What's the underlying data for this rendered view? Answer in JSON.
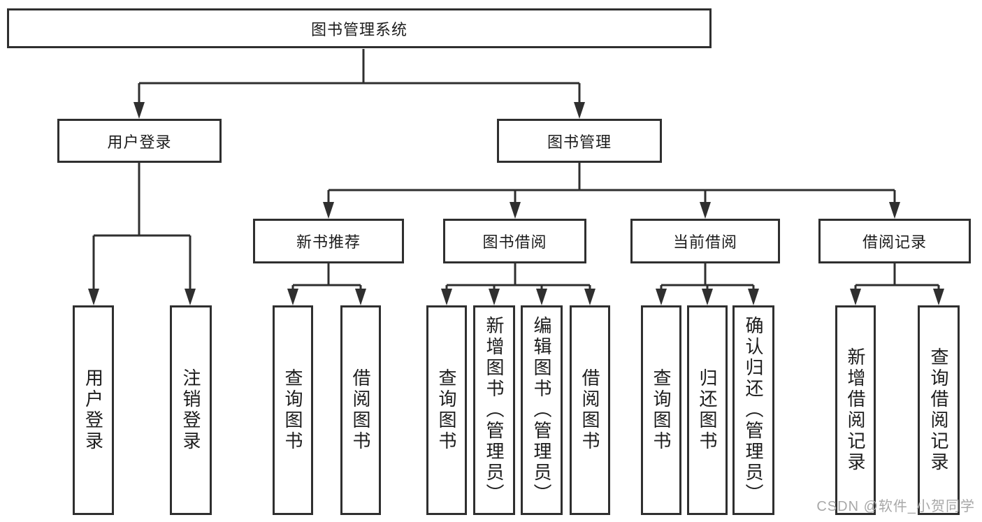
{
  "tree": {
    "root": {
      "label": "图书管理系统",
      "children": [
        {
          "label": "用户登录",
          "children": [
            {
              "label": "用户登录"
            },
            {
              "label": "注销登录"
            }
          ]
        },
        {
          "label": "图书管理",
          "children": [
            {
              "label": "新书推荐",
              "children": [
                {
                  "label": "查询图书"
                },
                {
                  "label": "借阅图书"
                }
              ]
            },
            {
              "label": "图书借阅",
              "children": [
                {
                  "label": "查询图书"
                },
                {
                  "label": "新增图书（管理员）"
                },
                {
                  "label": "编辑图书（管理员）"
                },
                {
                  "label": "借阅图书"
                }
              ]
            },
            {
              "label": "当前借阅",
              "children": [
                {
                  "label": "查询图书"
                },
                {
                  "label": "归还图书"
                },
                {
                  "label": "确认归还（管理员）"
                }
              ]
            },
            {
              "label": "借阅记录",
              "children": [
                {
                  "label": "新增借阅记录"
                },
                {
                  "label": "查询借阅记录"
                }
              ]
            }
          ]
        }
      ]
    }
  },
  "watermark": {
    "text": "CSDN @软件_小贺同学"
  },
  "colors": {
    "line": "#2f2f2f",
    "text": "#1c1c1c",
    "background": "#ffffff",
    "watermark": "#a8a8a8"
  }
}
